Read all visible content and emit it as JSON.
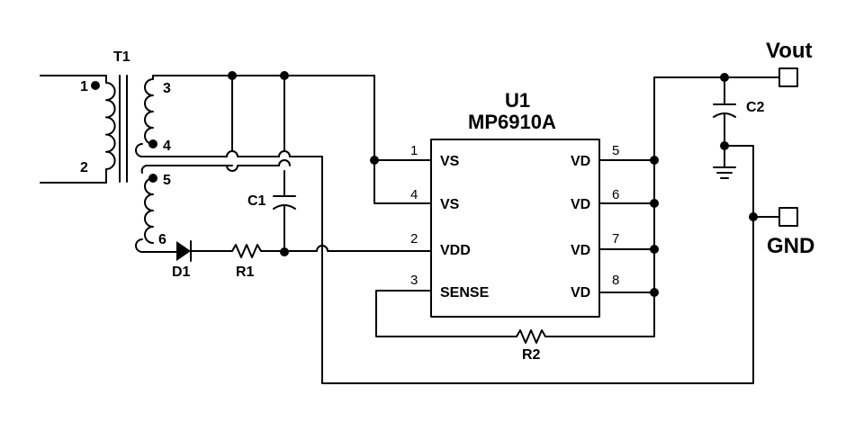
{
  "transformer": {
    "ref": "T1",
    "primary_pins": [
      "1",
      "2"
    ],
    "secondary_pins": [
      "3",
      "4",
      "5",
      "6"
    ]
  },
  "ic": {
    "ref": "U1",
    "part": "MP6910A",
    "pins": [
      {
        "num": "1",
        "name": "VS"
      },
      {
        "num": "4",
        "name": "VS"
      },
      {
        "num": "2",
        "name": "VDD"
      },
      {
        "num": "3",
        "name": "SENSE"
      },
      {
        "num": "5",
        "name": "VD"
      },
      {
        "num": "6",
        "name": "VD"
      },
      {
        "num": "7",
        "name": "VD"
      },
      {
        "num": "8",
        "name": "VD"
      }
    ]
  },
  "components": {
    "c1": "C1",
    "c2": "C2",
    "r1": "R1",
    "r2": "R2",
    "d1": "D1"
  },
  "terminals": {
    "vout": "Vout",
    "gnd": "GND"
  }
}
